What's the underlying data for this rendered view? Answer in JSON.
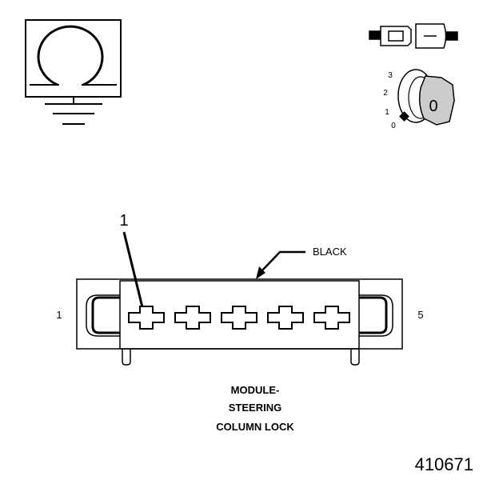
{
  "ignition_key": {
    "positions": [
      "3",
      "2",
      "1",
      "0"
    ],
    "key_label": "0"
  },
  "connector": {
    "callout_number": "1",
    "wire_color_label": "BLACK",
    "pin_start": "1",
    "pin_end": "5",
    "cavity_count": 5
  },
  "caption": {
    "line1": "MODULE-",
    "line2": "STEERING",
    "line3": "COLUMN LOCK"
  },
  "figure_id": "410671",
  "colors": {
    "ink": "#000000",
    "key_fill": "#cccccc",
    "paper": "#ffffff"
  }
}
